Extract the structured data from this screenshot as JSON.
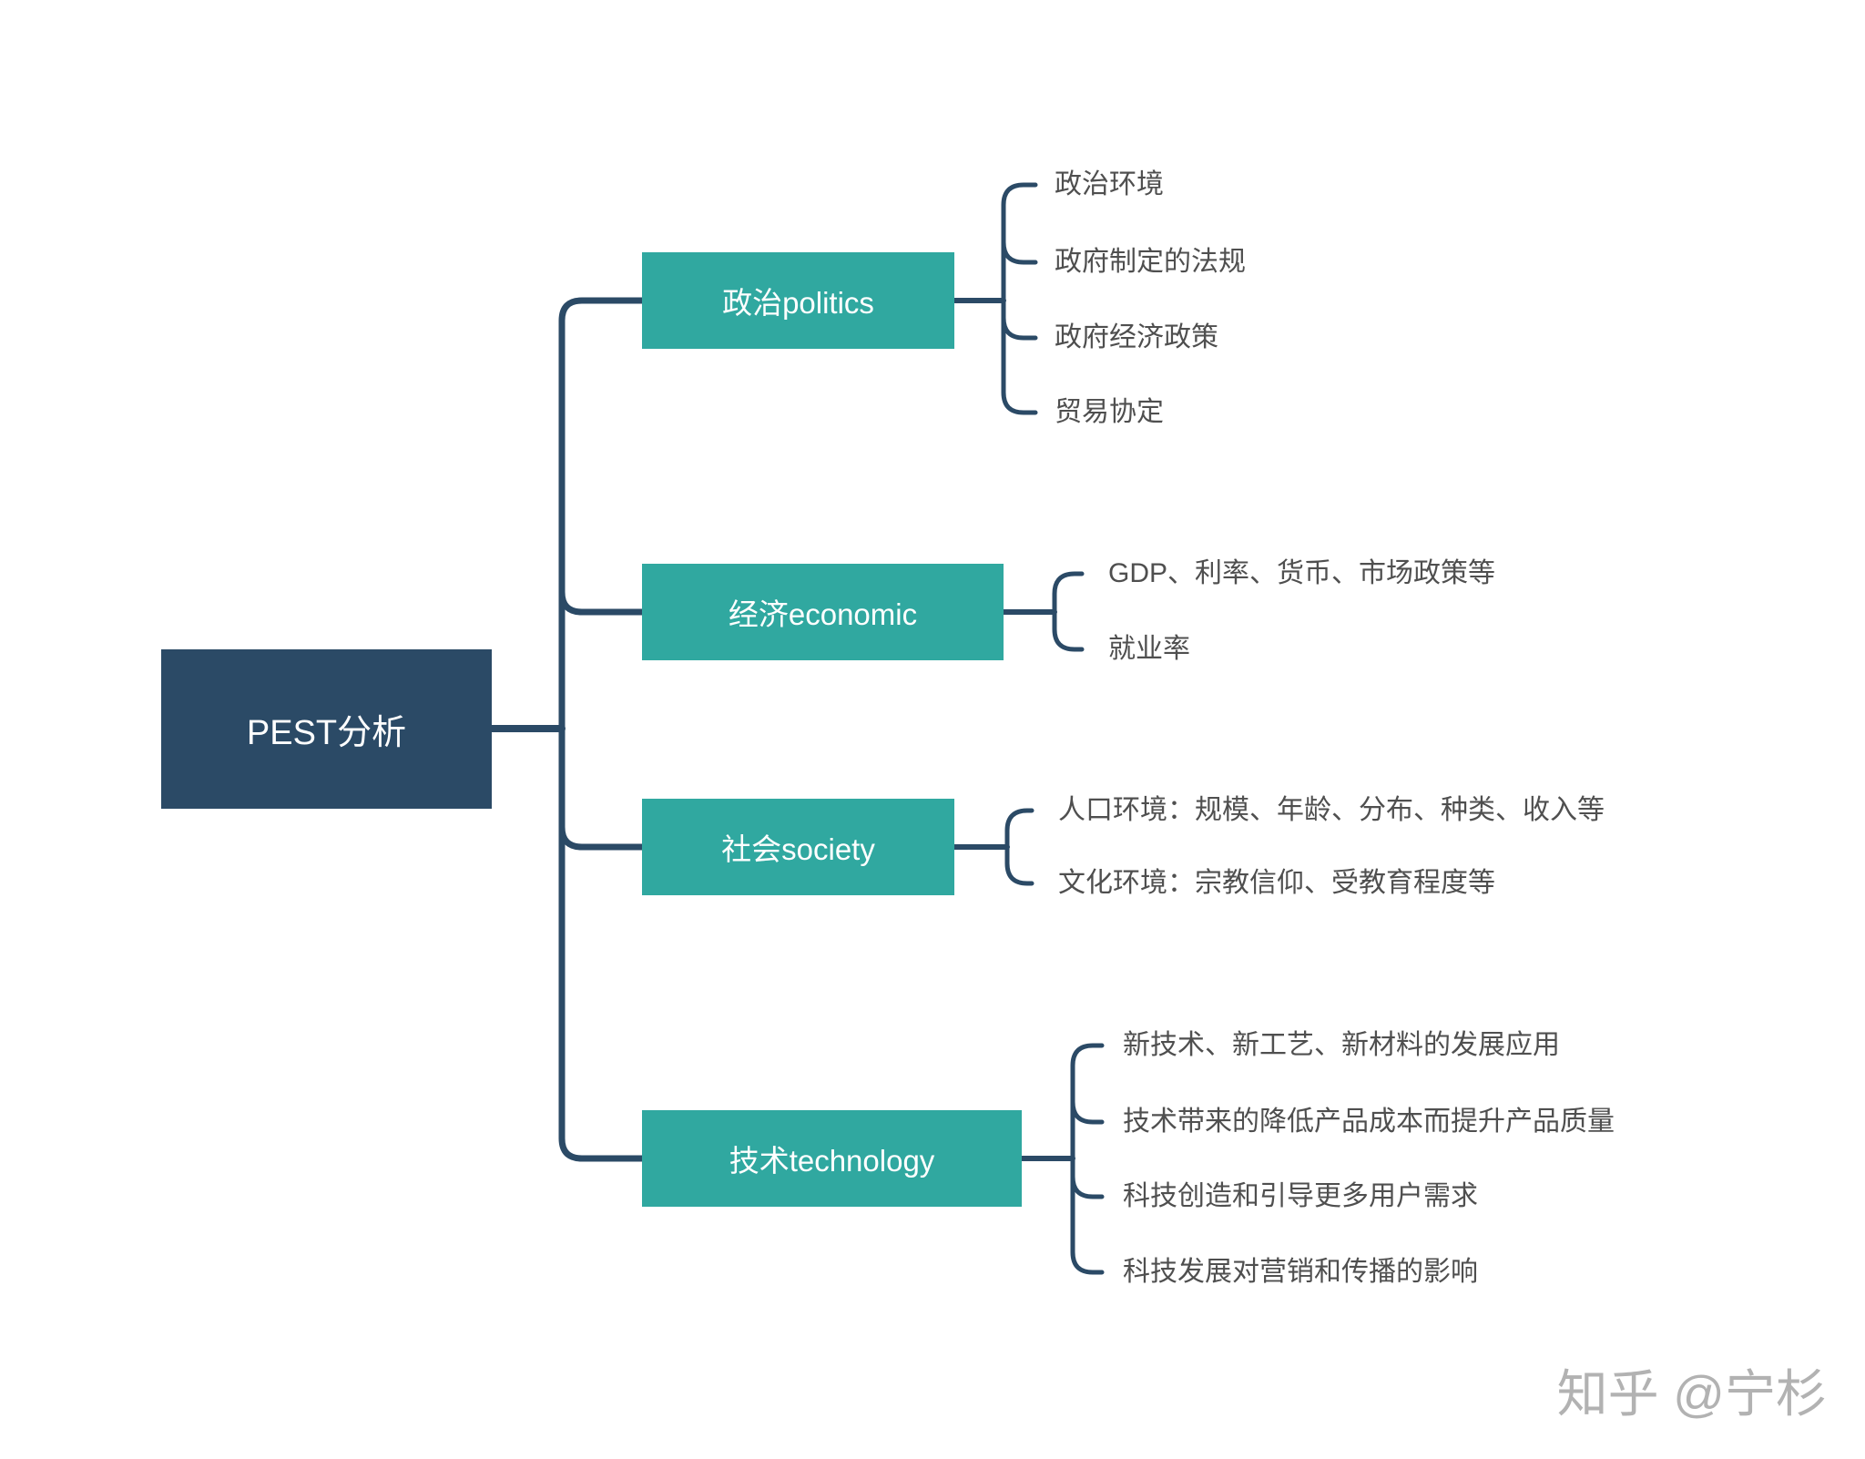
{
  "root": {
    "label": "PEST分析"
  },
  "branches": [
    {
      "id": "politics",
      "label": "政治politics",
      "leaves": [
        "政治环境",
        "政府制定的法规",
        "政府经济政策",
        "贸易协定"
      ]
    },
    {
      "id": "economic",
      "label": "经济economic",
      "leaves": [
        "GDP、利率、货币、市场政策等",
        "就业率"
      ]
    },
    {
      "id": "society",
      "label": "社会society",
      "leaves": [
        "人口环境：规模、年龄、分布、种类、收入等",
        "文化环境：宗教信仰、受教育程度等"
      ]
    },
    {
      "id": "technology",
      "label": "技术technology",
      "leaves": [
        "新技术、新工艺、新材料的发展应用",
        "技术带来的降低产品成本而提升产品质量",
        "科技创造和引导更多用户需求",
        "科技发展对营销和传播的影响"
      ]
    }
  ],
  "watermark": {
    "text": "知乎 @宁杉"
  },
  "colors": {
    "root_node": "#2b4a66",
    "branch_node": "#30a8a0",
    "connector": "#2b4a66",
    "leaf_text": "#4f4f4f",
    "node_text": "#ffffff",
    "watermark_text": "#b2b2b2",
    "background": "#ffffff"
  }
}
